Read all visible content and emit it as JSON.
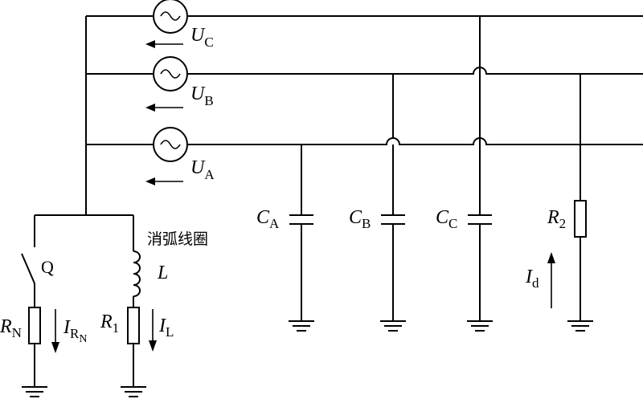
{
  "diagram": {
    "sources": [
      {
        "id": "C",
        "symbol": "U",
        "sub": "C"
      },
      {
        "id": "B",
        "symbol": "U",
        "sub": "B"
      },
      {
        "id": "A",
        "symbol": "U",
        "sub": "A"
      }
    ],
    "capacitors": [
      {
        "id": "A",
        "symbol": "C",
        "sub": "A"
      },
      {
        "id": "B",
        "symbol": "C",
        "sub": "B"
      },
      {
        "id": "C",
        "symbol": "C",
        "sub": "C"
      }
    ],
    "switch_label": "Q",
    "coil_caption": "消弧线圈",
    "inductor_label": "L",
    "resistors": {
      "rn": {
        "symbol": "R",
        "sub": "N"
      },
      "r1": {
        "symbol": "R",
        "sub": "1"
      },
      "r2": {
        "symbol": "R",
        "sub": "2"
      }
    },
    "currents": {
      "irn": {
        "symbol": "I",
        "sub": "R",
        "subsub": "N"
      },
      "il": {
        "symbol": "I",
        "sub": "L"
      },
      "id": {
        "symbol": "I",
        "sub": "d"
      }
    }
  }
}
